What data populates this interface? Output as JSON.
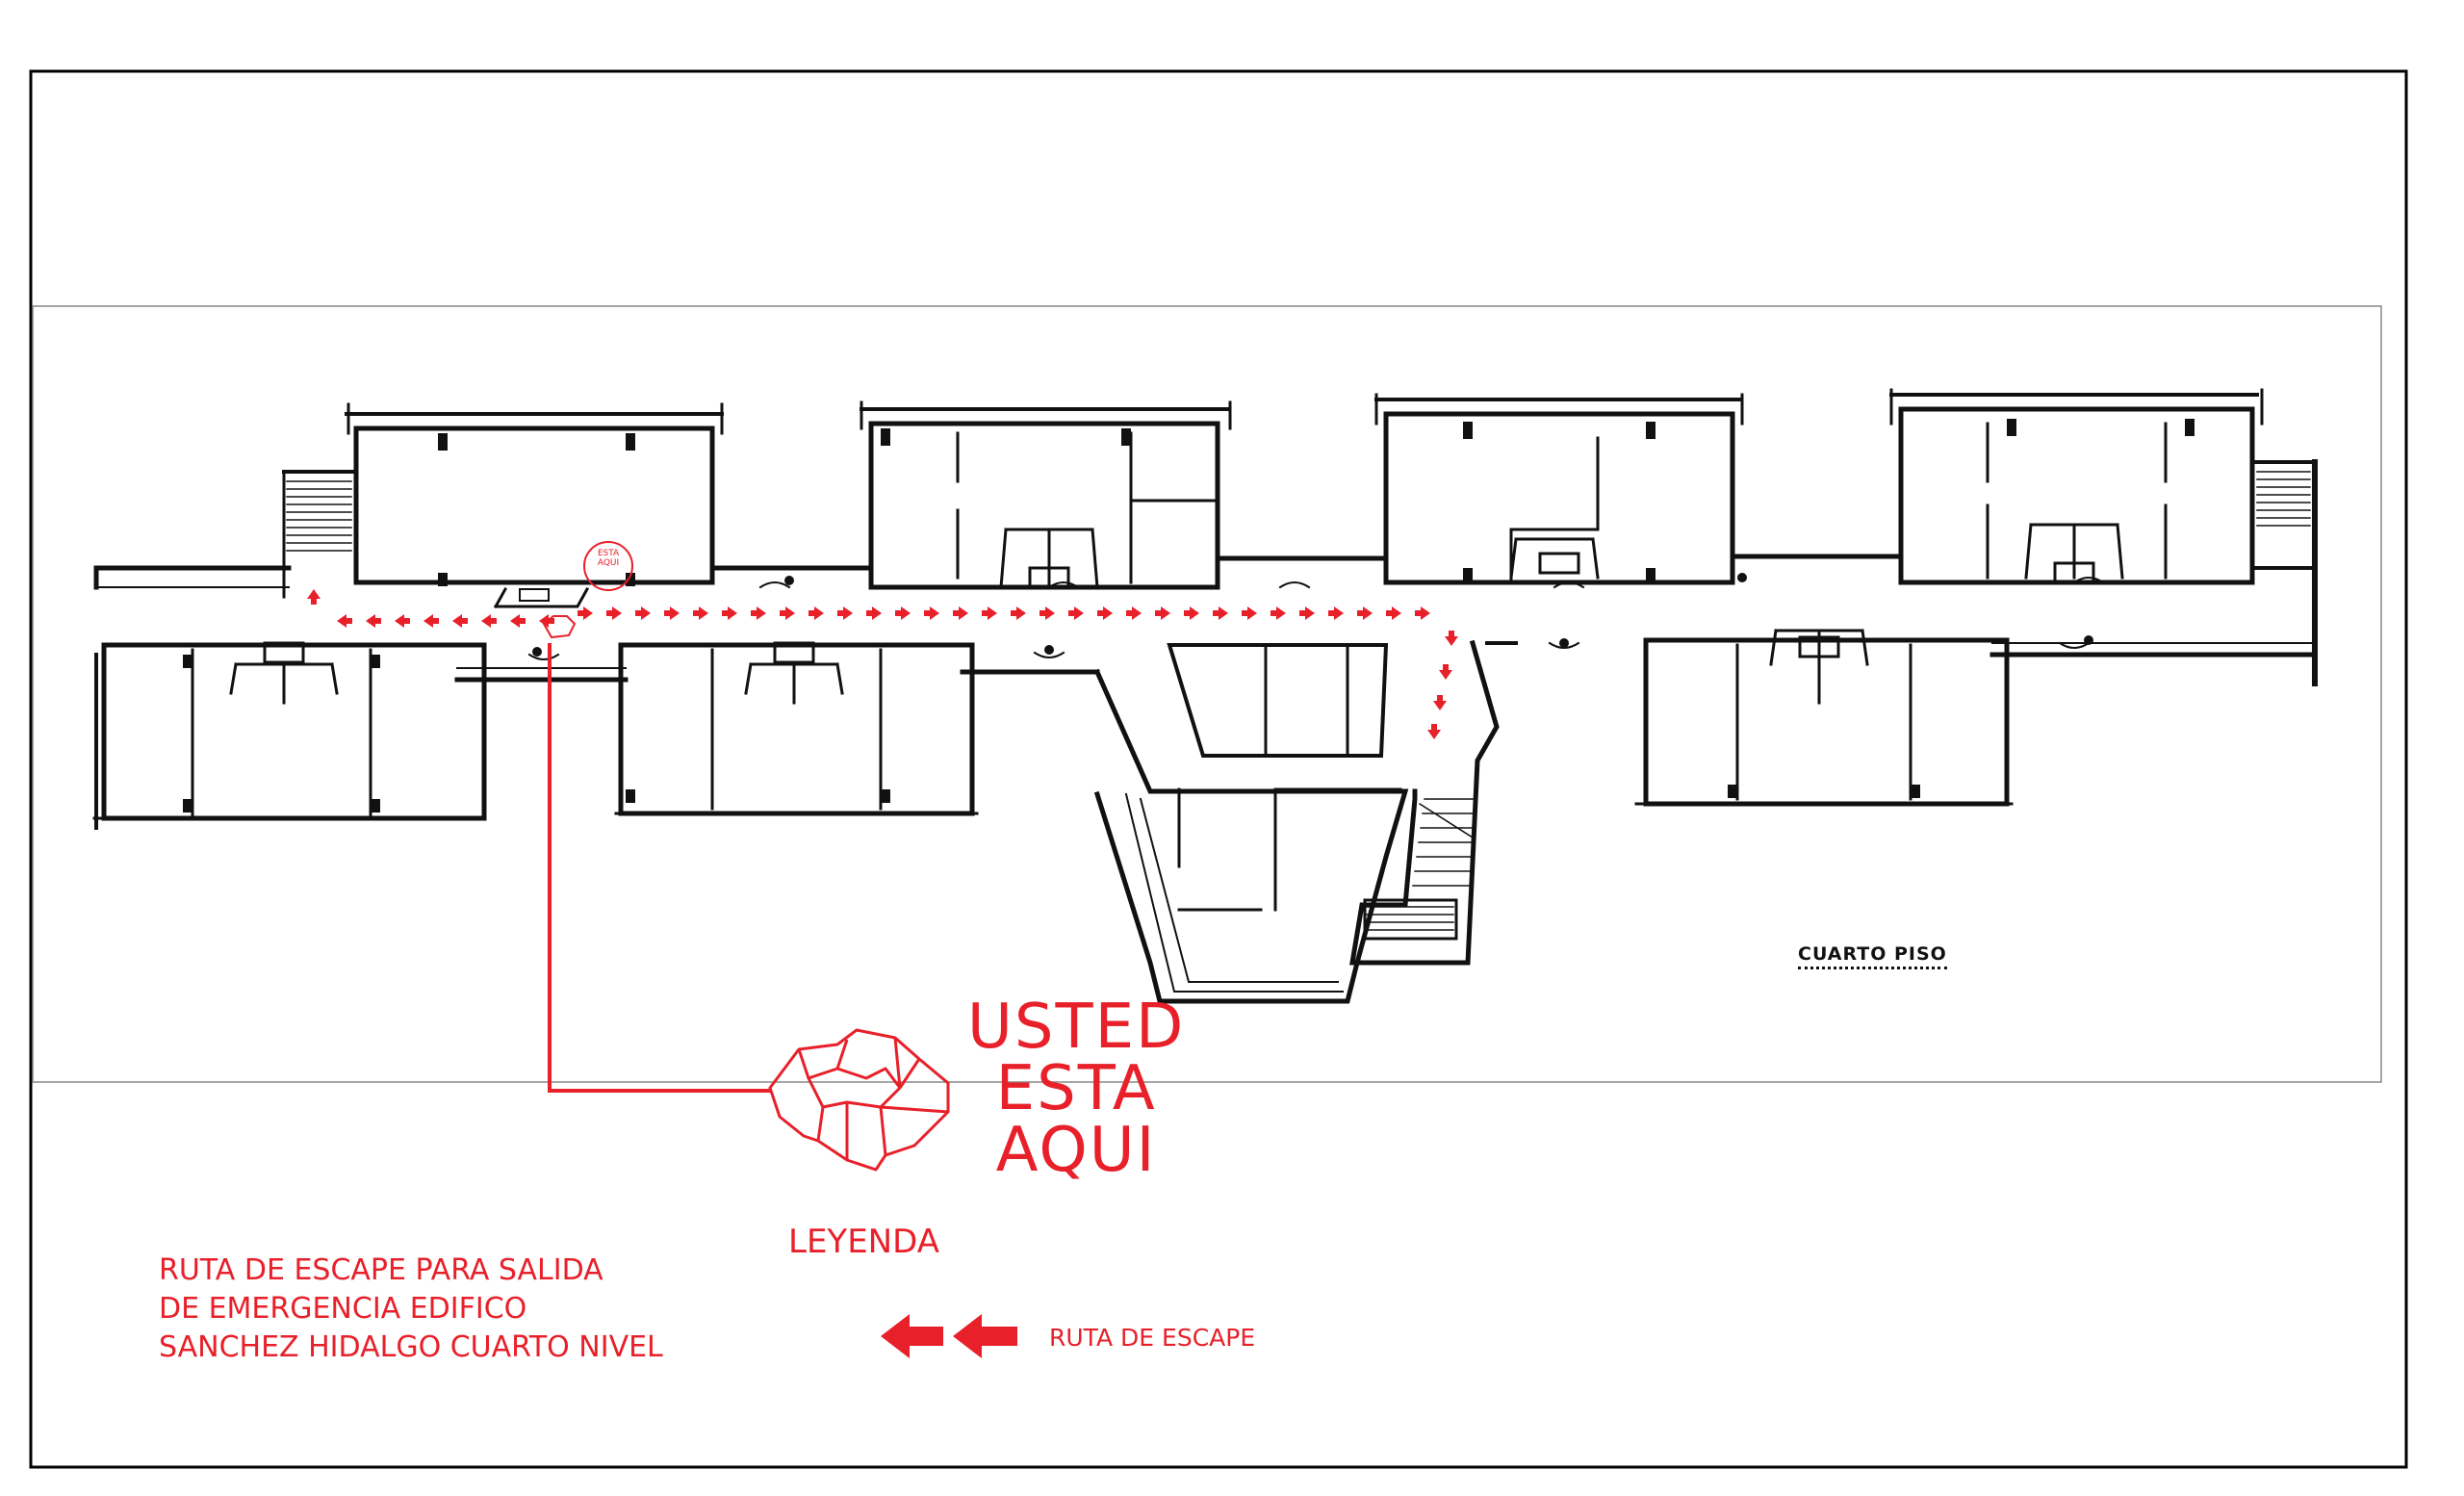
{
  "plan": {
    "floor_label": "CUARTO PISO",
    "here_marker_small": "ESTA AQUI"
  },
  "you_are_here": {
    "line1": "USTED",
    "line2": "ESTA",
    "line3": "AQUI"
  },
  "legend": {
    "title": "LEYENDA",
    "route_label": "RUTA DE ESCAPE"
  },
  "route_description": {
    "line1": "RUTA DE ESCAPE PARA SALIDA",
    "line2": "DE EMERGENCIA EDIFICO",
    "line3": "SANCHEZ HIDALGO CUARTO NIVEL"
  },
  "colors": {
    "route": "#e8202a",
    "walls": "#111111",
    "border": "#000000"
  }
}
